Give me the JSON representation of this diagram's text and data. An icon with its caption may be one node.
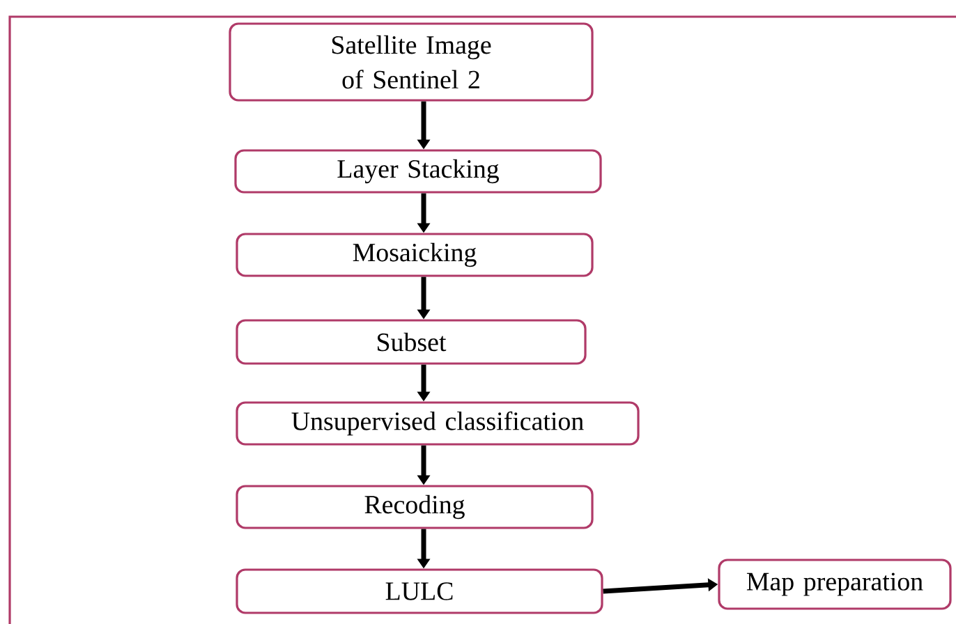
{
  "diagram": {
    "nodes": [
      {
        "text": [
          "Satellite Image of Sentinel 2"
        ]
      },
      {
        "text": [
          "Layer Stacking"
        ]
      },
      {
        "text": [
          "Mosaicking"
        ]
      },
      {
        "text": [
          "Subset"
        ]
      },
      {
        "text": [
          "Unsupervised classification"
        ]
      },
      {
        "text": [
          "Recoding"
        ]
      },
      {
        "text": [
          "LULC"
        ]
      },
      {
        "text": [
          "Map preparation"
        ]
      }
    ],
    "edges": [
      {
        "from": 0,
        "to": 1,
        "arrow": "to"
      },
      {
        "from": 1,
        "to": 2,
        "arrow": "to"
      },
      {
        "from": 2,
        "to": 3,
        "arrow": "to"
      },
      {
        "from": 3,
        "to": 4,
        "arrow": "to"
      },
      {
        "from": 4,
        "to": 5,
        "arrow": "to"
      },
      {
        "from": 5,
        "to": 6,
        "arrow": "to"
      },
      {
        "from": 6,
        "to": 7,
        "arrow": "to"
      }
    ]
  }
}
